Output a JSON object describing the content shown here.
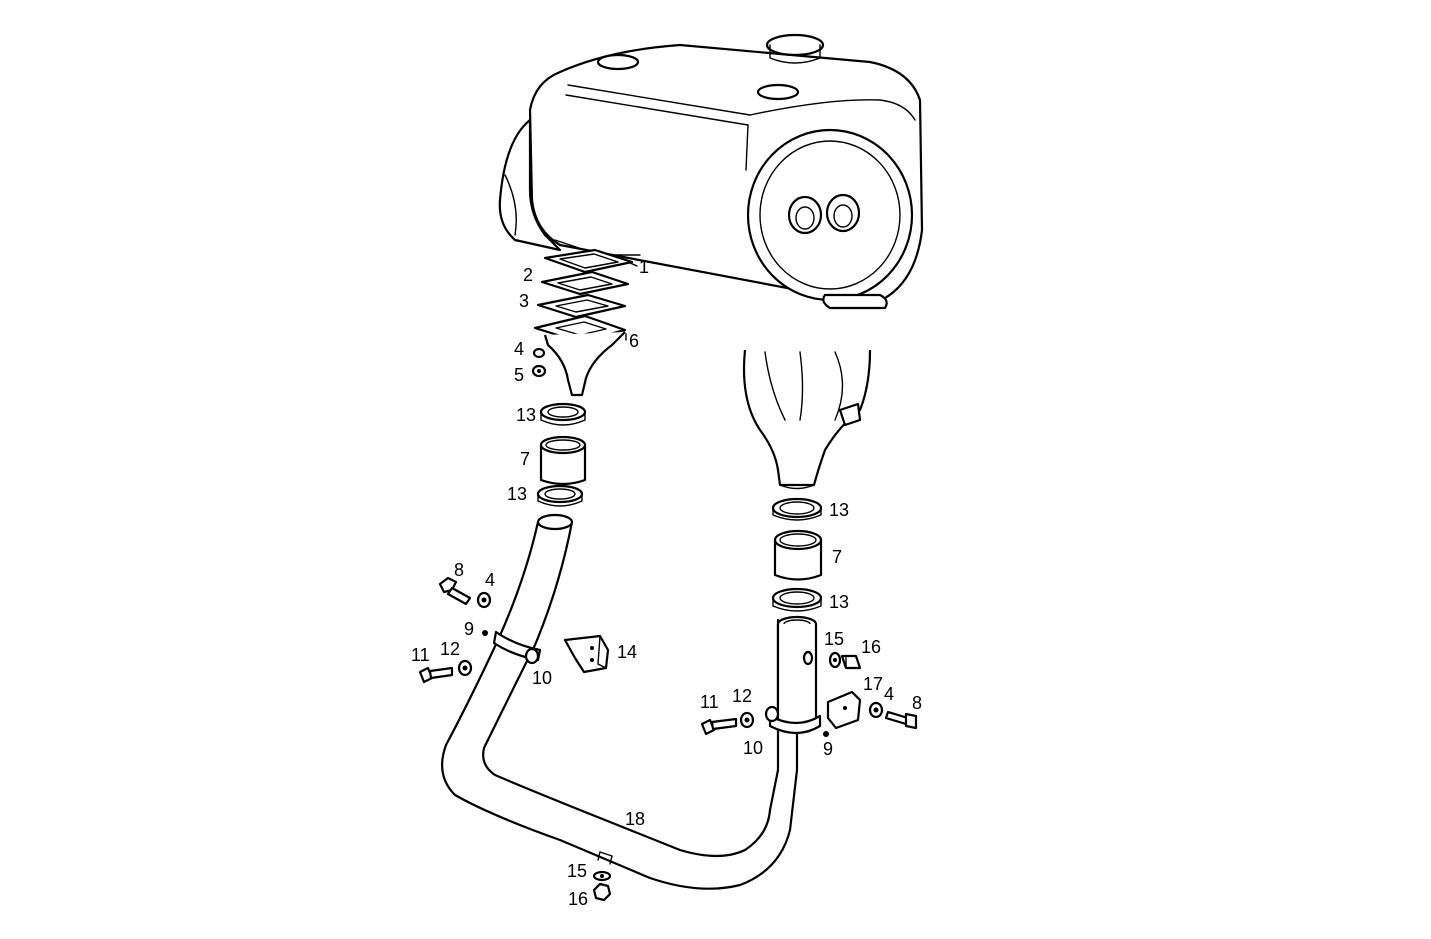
{
  "callouts": {
    "c1": "1",
    "c2": "2",
    "c3": "3",
    "c4a": "4",
    "c5": "5",
    "c6": "6",
    "c13a": "13",
    "c7a": "7",
    "c13b": "13",
    "c8a": "8",
    "c4b": "4",
    "c9a": "9",
    "c12a": "12",
    "c11a": "11",
    "c14": "14",
    "c10a": "10",
    "c13c": "13",
    "c7b": "7",
    "c13d": "13",
    "c15a": "15",
    "c16a": "16",
    "c17": "17",
    "c4c": "4",
    "c8b": "8",
    "c11b": "11",
    "c12b": "12",
    "c10b": "10",
    "c9b": "9",
    "c18": "18",
    "c15b": "15",
    "c16b": "16"
  }
}
